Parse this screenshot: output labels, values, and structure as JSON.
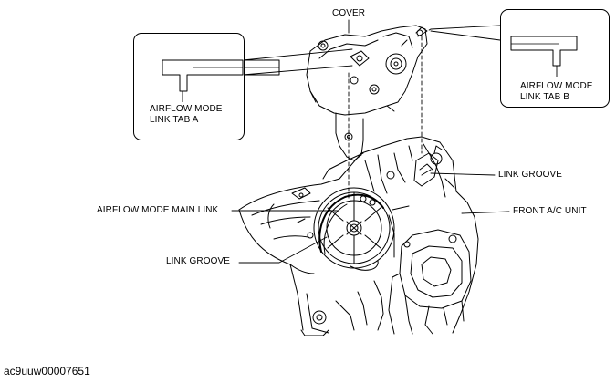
{
  "labels": {
    "cover": "COVER",
    "tab_a_line1": "AIRFLOW MODE",
    "tab_a_line2": "LINK TAB A",
    "tab_b_line1": "AIRFLOW MODE",
    "tab_b_line2": "LINK TAB B",
    "link_groove_upper": "LINK GROOVE",
    "main_link": "AIRFLOW MODE MAIN LINK",
    "front_ac_unit": "FRONT A/C UNIT",
    "link_groove_lower": "LINK GROOVE"
  },
  "document_id": "ac9uuw00007651"
}
